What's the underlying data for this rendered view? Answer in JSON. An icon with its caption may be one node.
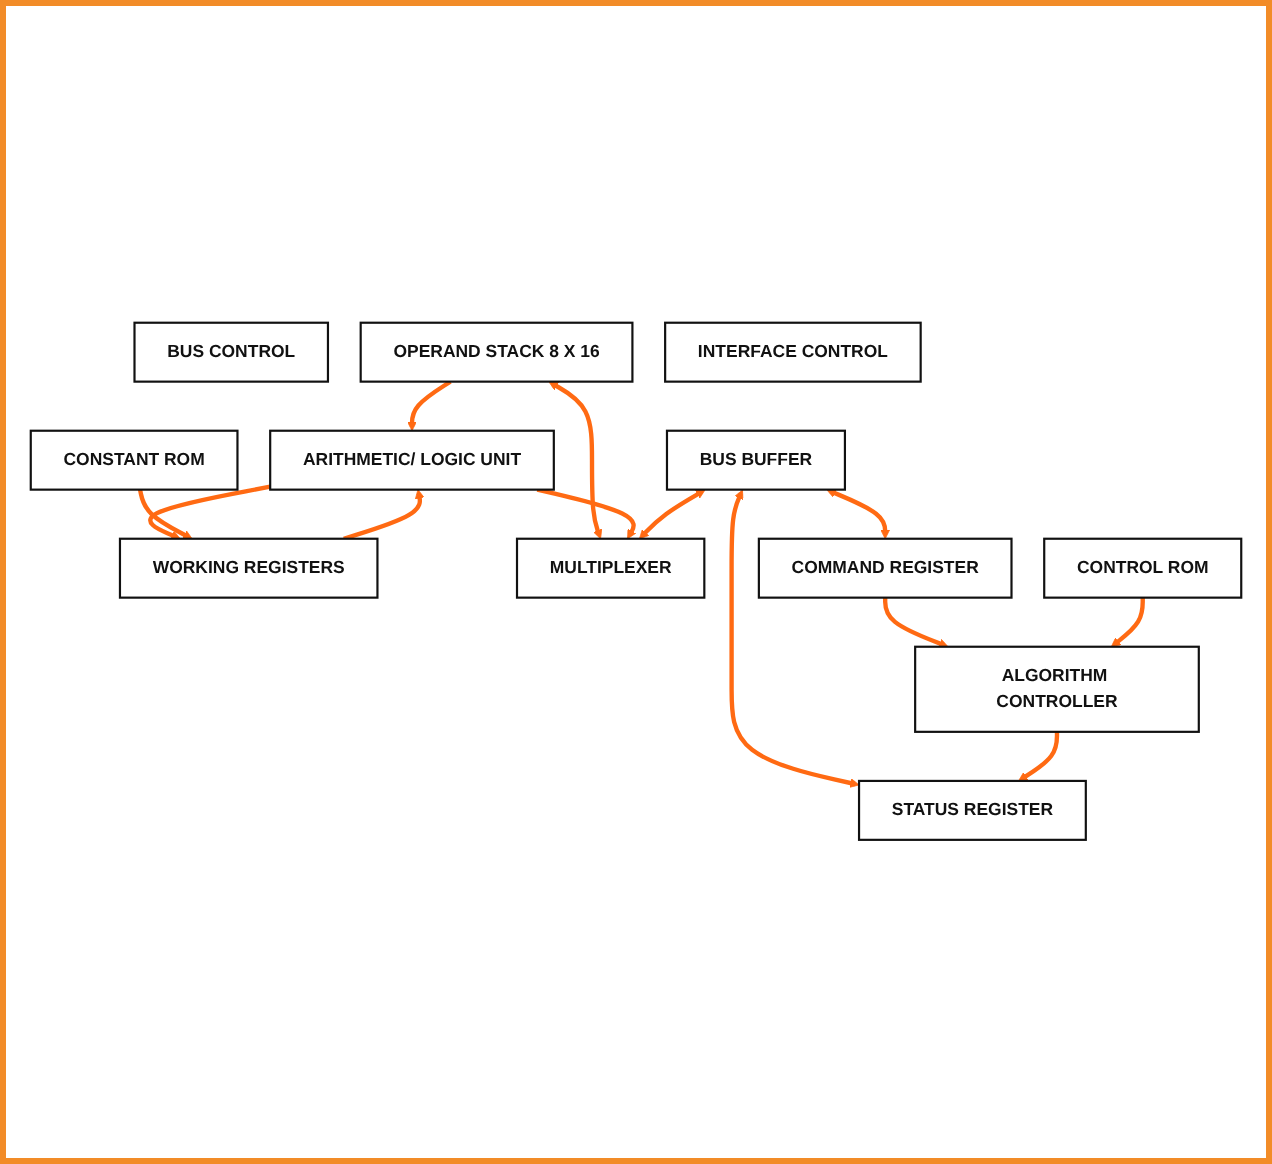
{
  "diagram": {
    "nodes": [
      {
        "text": [
          "BUS CONTROL"
        ]
      },
      {
        "text": [
          "OPERAND STACK 8 X 16"
        ]
      },
      {
        "text": [
          "ARITHMETIC/ LOGIC UNIT"
        ]
      },
      {
        "text": [
          "WORKING REGISTERS"
        ]
      },
      {
        "text": [
          "MULTIPLEXER"
        ]
      },
      {
        "text": [
          "BUS BUFFER"
        ]
      },
      {
        "text": [
          "CONSTANT ROM"
        ]
      },
      {
        "text": [
          "ALGORITHM CONTROLLER"
        ]
      },
      {
        "text": [
          "COMMAND REGISTER"
        ]
      },
      {
        "text": [
          "INTERFACE CONTROL"
        ]
      },
      {
        "text": [
          "STATUS REGISTER"
        ]
      },
      {
        "text": [
          "CONTROL ROM"
        ]
      }
    ],
    "edges": [
      {
        "from": 1,
        "to": 2,
        "arrow": "to"
      },
      {
        "from": 1,
        "to": 4,
        "arrow": "both"
      },
      {
        "from": 2,
        "to": 4,
        "arrow": "to"
      },
      {
        "from": 2,
        "to": 3,
        "arrow": "to"
      },
      {
        "from": 3,
        "to": 2,
        "arrow": "to"
      },
      {
        "from": 6,
        "to": 3,
        "arrow": "to"
      },
      {
        "from": 5,
        "to": 4,
        "arrow": "both"
      },
      {
        "from": 5,
        "to": 8,
        "arrow": "both"
      },
      {
        "from": 5,
        "to": 10,
        "arrow": "both"
      },
      {
        "from": 8,
        "to": 7,
        "arrow": "to"
      },
      {
        "from": 7,
        "to": 10,
        "arrow": "to"
      },
      {
        "from": 11,
        "to": 7,
        "arrow": "to"
      }
    ]
  }
}
